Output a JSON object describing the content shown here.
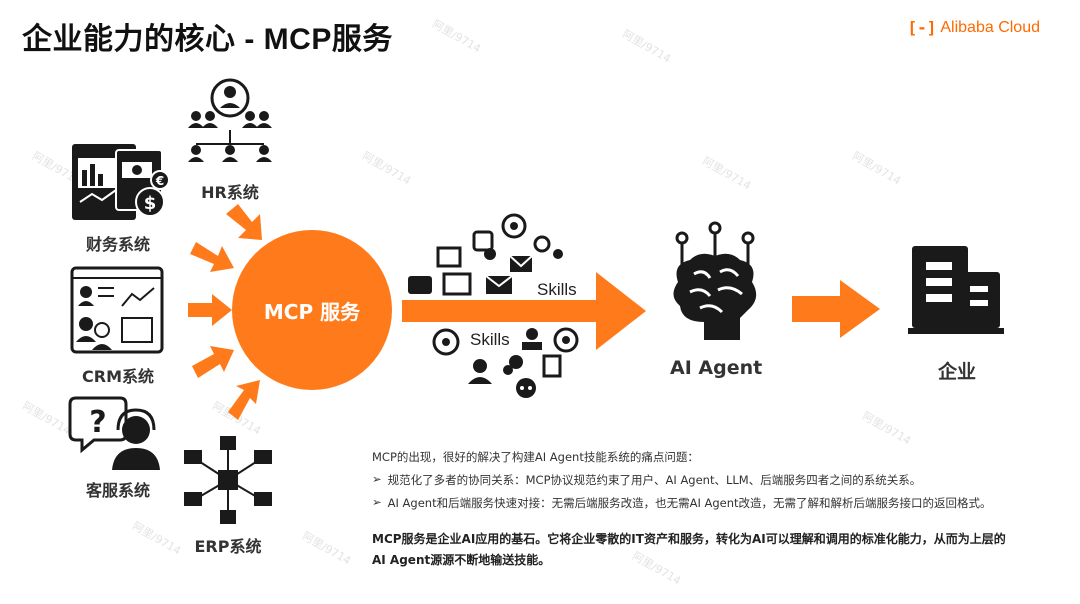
{
  "title": "企业能力的核心 - MCP服务",
  "logo": {
    "mark": "[-]",
    "text": "Alibaba Cloud"
  },
  "systems": {
    "finance": "财务系统",
    "hr": "HR系统",
    "crm": "CRM系统",
    "service": "客服系统",
    "erp": "ERP系统"
  },
  "mcp_label": "MCP 服务",
  "skills_label_top": "Skills",
  "skills_label_bottom": "Skills",
  "agent_label": "AI Agent",
  "enterprise_label": "企业",
  "notes": {
    "intro": "MCP的出现，很好的解决了构建AI Agent技能系统的痛点问题：",
    "bullets": [
      "规范化了多者的协同关系：MCP协议规范约束了用户、AI Agent、LLM、后端服务四者之间的系统关系。",
      "AI Agent和后端服务快速对接：无需后端服务改造，也无需AI Agent改造，无需了解和解析后端服务接口的返回格式。"
    ],
    "bullet_mark": "➢",
    "summary_line1": "MCP服务是企业AI应用的基石。它将企业零散的IT资产和服务，转化为AI可以理解和调用的标准化能力，从而为上层的",
    "summary_line2": "AI Agent源源不断地输送技能。"
  },
  "watermark": "阿里/9714",
  "colors": {
    "accent": "#ff7a1a",
    "icon": "#1a1a1a"
  }
}
